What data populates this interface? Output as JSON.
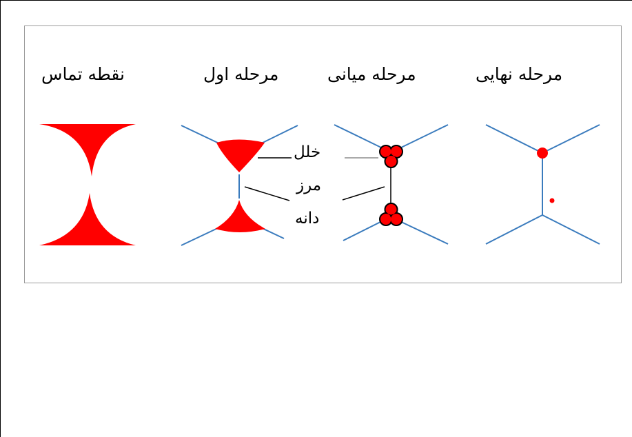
{
  "diagram": {
    "stages": [
      {
        "id": "contact",
        "label": "نقطه تماس"
      },
      {
        "id": "initial",
        "label": "مرحله اول"
      },
      {
        "id": "intermediate",
        "label": "مرحله میانی"
      },
      {
        "id": "final",
        "label": "مرحله نهایی"
      }
    ],
    "callouts": {
      "pore": "خلل",
      "boundary": "مرز",
      "grain": "دانه"
    },
    "colors": {
      "pore": "#ff0000",
      "grain_boundary": "#3a7bbd",
      "leader_line": "#000000",
      "panel_border": "#9a9a9a"
    }
  }
}
